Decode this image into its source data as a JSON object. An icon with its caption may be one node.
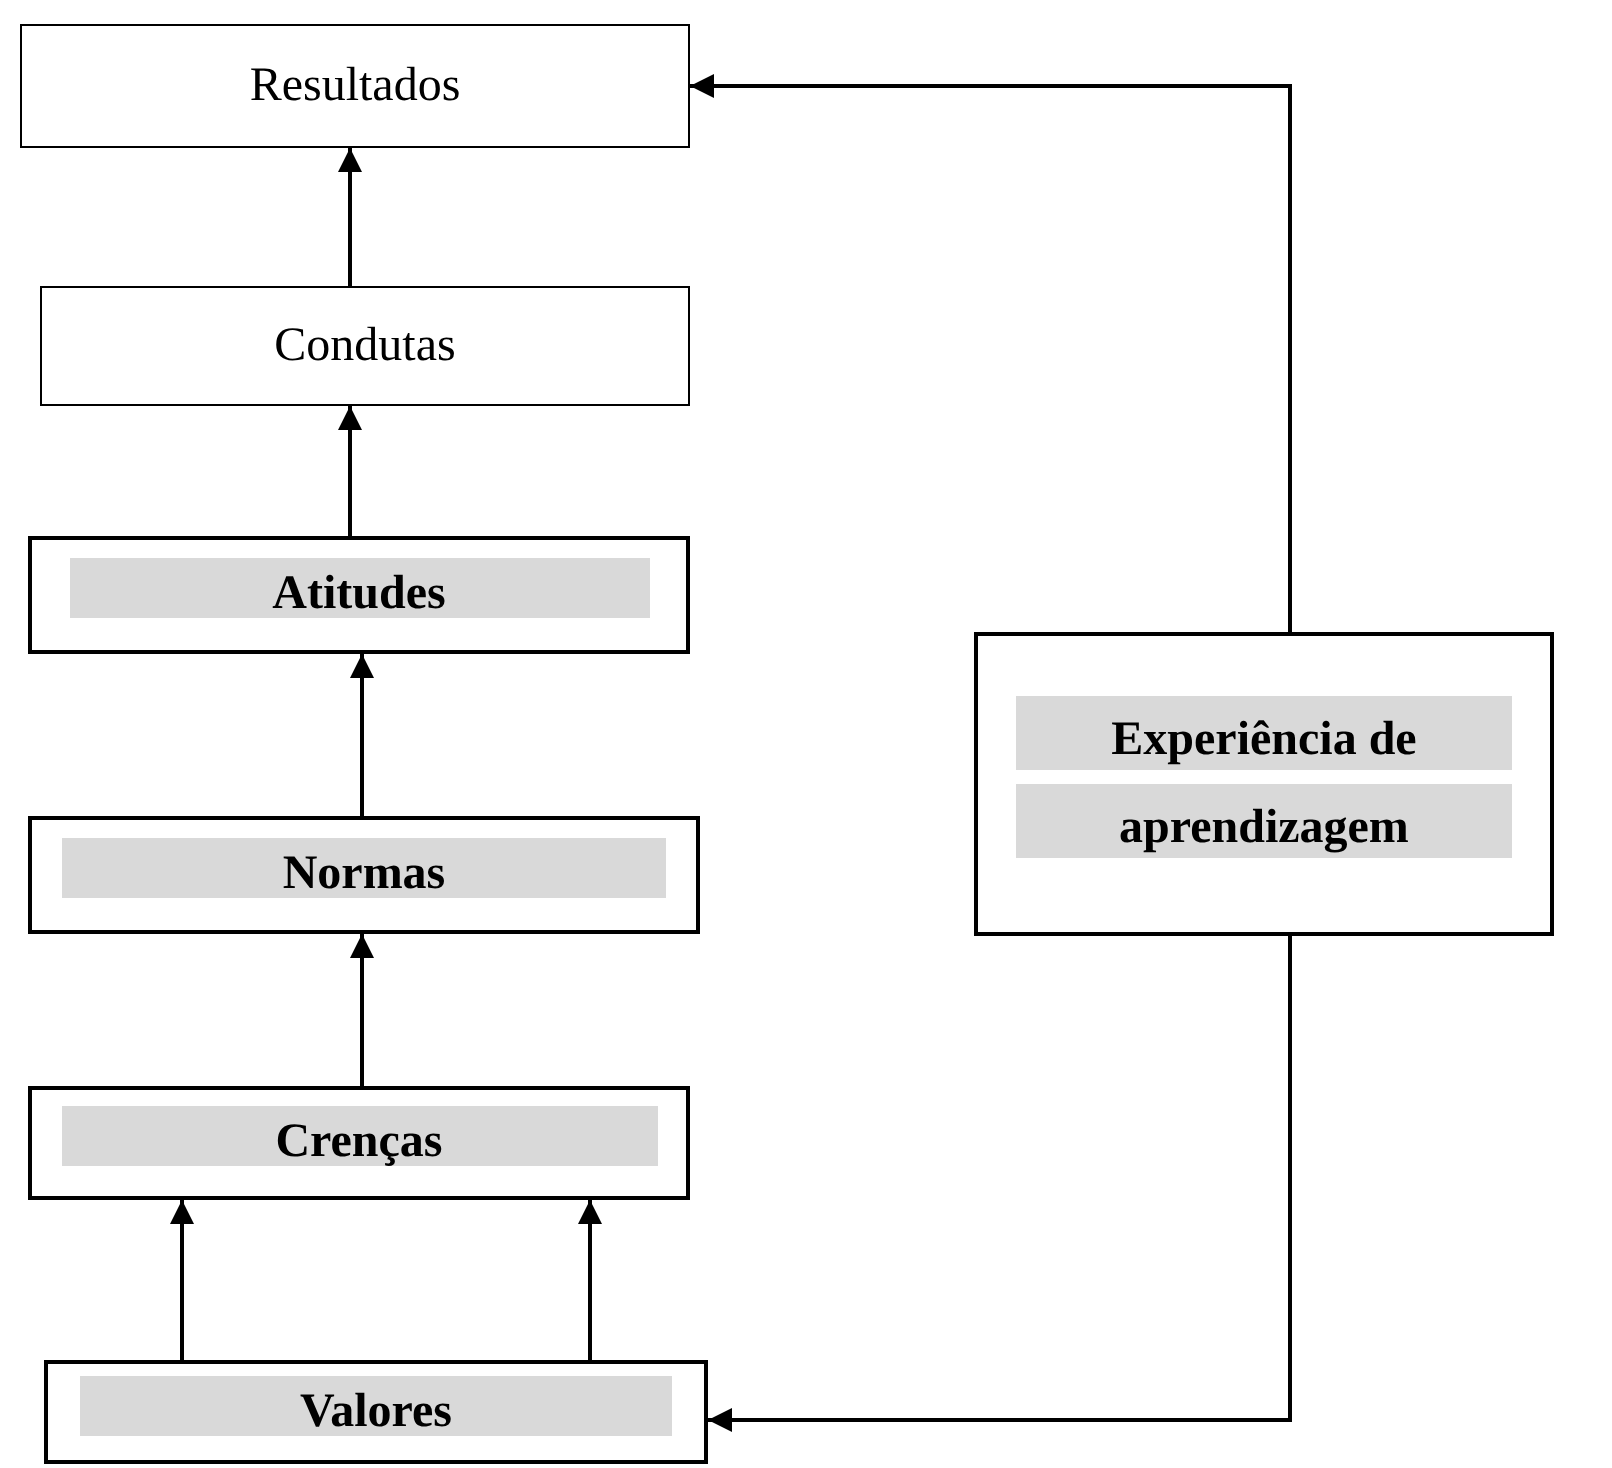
{
  "diagram": {
    "nodes": [
      {
        "text": [
          "Resultados"
        ]
      },
      {
        "text": [
          "Condutas"
        ]
      },
      {
        "text": [
          "Atitudes"
        ]
      },
      {
        "text": [
          "Normas"
        ]
      },
      {
        "text": [
          "Crenças"
        ]
      },
      {
        "text": [
          "Valores"
        ]
      },
      {
        "text": [
          "Experiência de aprendizagem"
        ]
      }
    ],
    "edges": [
      {
        "from": 1,
        "to": 0,
        "arrow": "to"
      },
      {
        "from": 2,
        "to": 1,
        "arrow": "to"
      },
      {
        "from": 3,
        "to": 2,
        "arrow": "to"
      },
      {
        "from": 4,
        "to": 3,
        "arrow": "to"
      },
      {
        "from": 5,
        "to": 4,
        "arrow": "to"
      },
      {
        "from": 5,
        "to": 4,
        "arrow": "to"
      },
      {
        "from": 6,
        "to": 0,
        "arrow": "to"
      },
      {
        "from": 6,
        "to": 5,
        "arrow": "to"
      }
    ]
  }
}
